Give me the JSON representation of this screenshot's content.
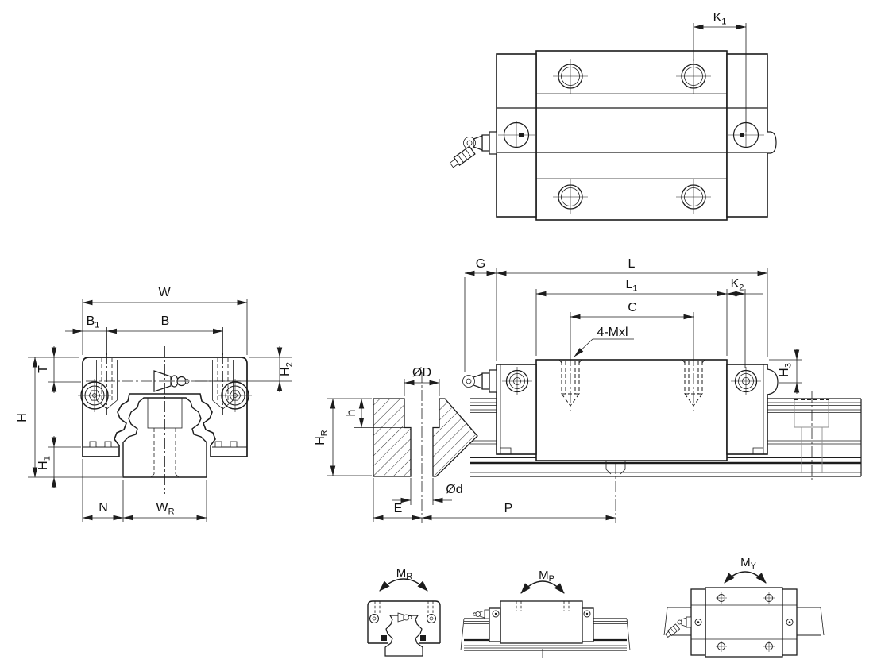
{
  "colors": {
    "line": "#1c1c1c",
    "ghost_line": "#8f8f8f",
    "background": "#ffffff"
  },
  "labels": {
    "top": {
      "k1": {
        "main": "K",
        "sub": "1"
      }
    },
    "front": {
      "w": "W",
      "b1": {
        "main": "B",
        "sub": "1"
      },
      "b": "B",
      "t": "T",
      "h": "H",
      "h1": {
        "main": "H",
        "sub": "1"
      },
      "h2": {
        "main": "H",
        "sub": "2"
      },
      "n": "N",
      "wr": {
        "main": "W",
        "sub": "R"
      }
    },
    "side": {
      "g": "G",
      "l": "L",
      "l1": {
        "main": "L",
        "sub": "1"
      },
      "k2": {
        "main": "K",
        "sub": "2"
      },
      "c": "C",
      "bolt_note": "4-Mxl",
      "h3": {
        "main": "H",
        "sub": "3"
      },
      "dia_D": "ØD",
      "depth_h": "h",
      "hr": {
        "main": "H",
        "sub": "R"
      },
      "dia_d": "Ød",
      "e": "E",
      "p": "P"
    },
    "moments": {
      "roll": {
        "main": "M",
        "sub": "R"
      },
      "pitch": {
        "main": "M",
        "sub": "P"
      },
      "yaw": {
        "main": "M",
        "sub": "Y"
      }
    }
  }
}
